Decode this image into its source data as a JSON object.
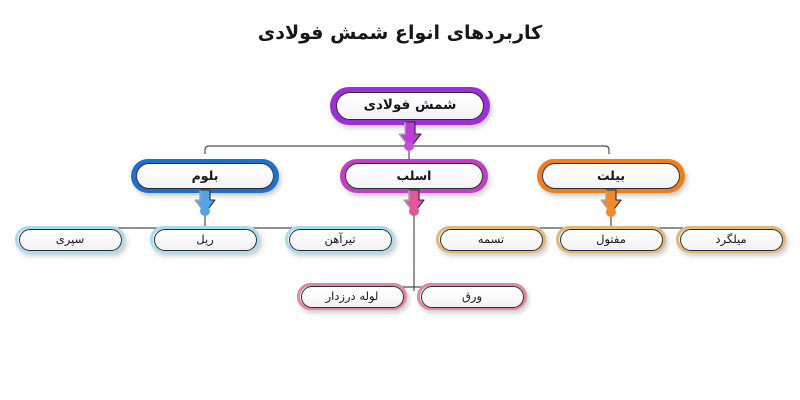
{
  "title": "کاربردهای انواع شمش فولادی",
  "diagram": {
    "type": "hierarchy-tree",
    "direction": "rtl",
    "root": {
      "label": "شمش فولادی",
      "color": "#9b30d9",
      "dot_color": "#c34fd6"
    },
    "branches": [
      {
        "id": "bloom",
        "label": "بلوم",
        "color": "#1f6fd0",
        "arrow_color": "#55a6e0",
        "dot_color": "#55a6e0",
        "leaf_color": "#a9dced",
        "children": [
          {
            "label": "تیرآهن"
          },
          {
            "label": "ریل"
          },
          {
            "label": "سپری"
          }
        ]
      },
      {
        "id": "slab",
        "label": "اسلب",
        "color": "#c040c4",
        "arrow_color": "#e2569c",
        "dot_color": "#e2569c",
        "leaf_color": "#e0899c",
        "children": [
          {
            "label": "ورق"
          },
          {
            "label": "لوله درزدار"
          }
        ]
      },
      {
        "id": "billet",
        "label": "بیلت",
        "color": "#ef7f1a",
        "arrow_color": "#f08a2a",
        "dot_color": "#f08a2a",
        "leaf_color": "#e0b878",
        "children": [
          {
            "label": "میلگرد"
          },
          {
            "label": "مفتول"
          },
          {
            "label": "تسمه"
          }
        ]
      }
    ]
  }
}
